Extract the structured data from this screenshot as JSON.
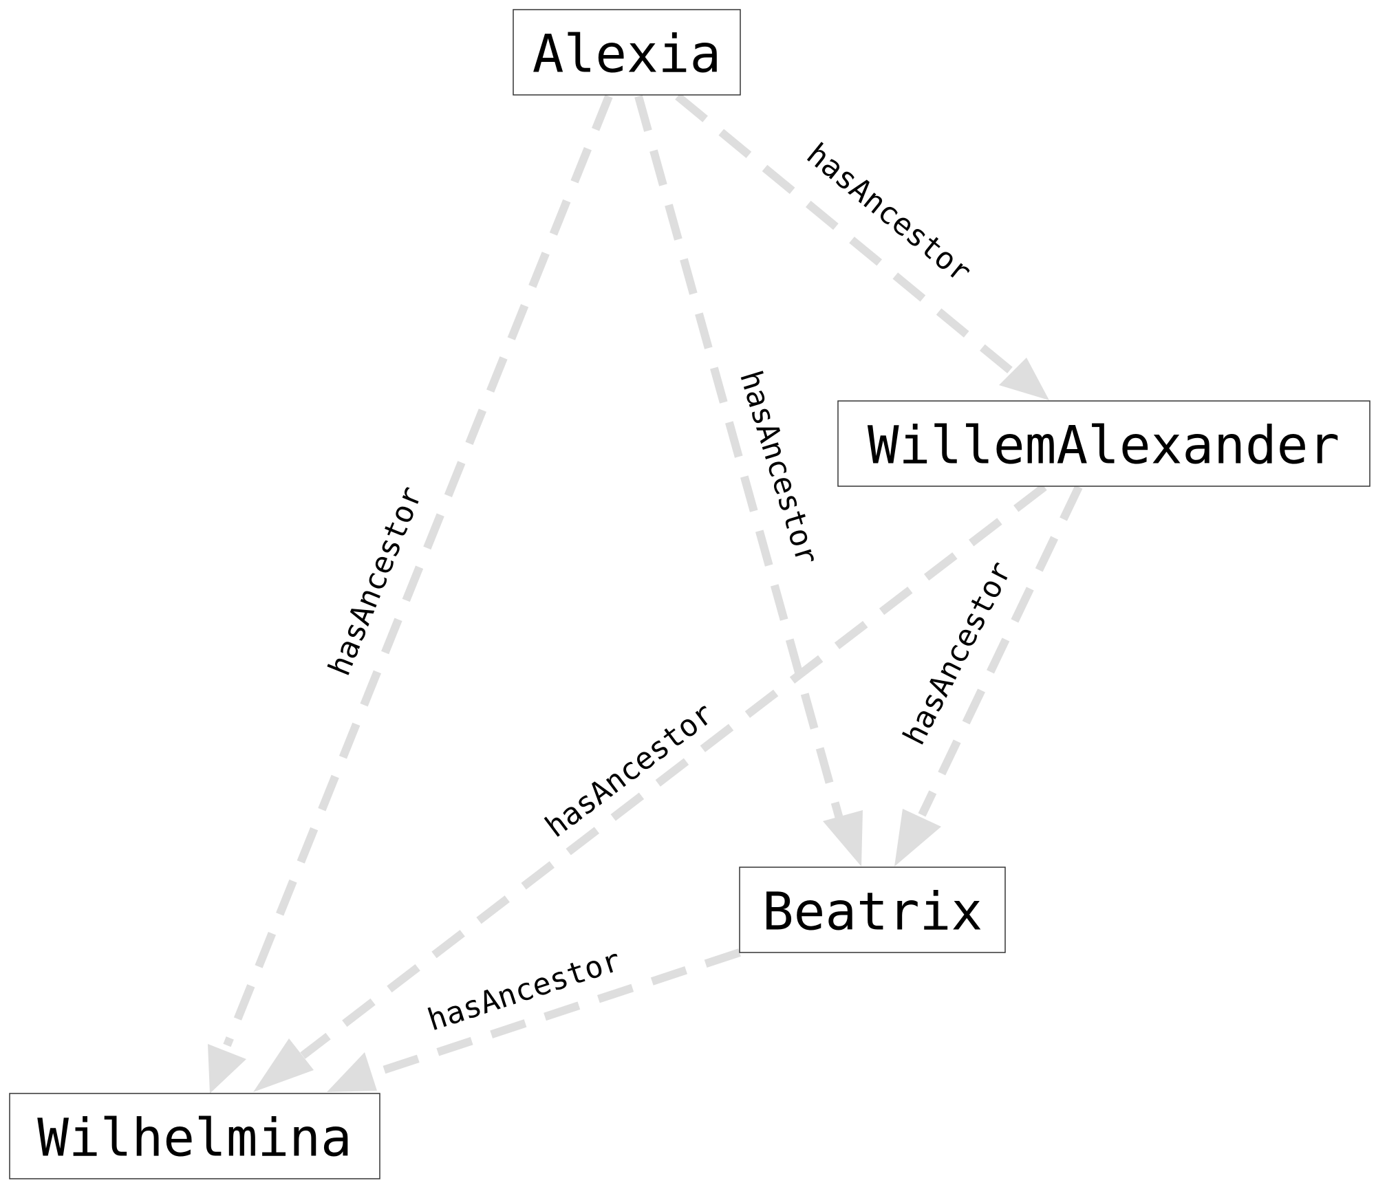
{
  "nodes": {
    "alexia": "Alexia",
    "willem_alexander": "WillemAlexander",
    "beatrix": "Beatrix",
    "wilhelmina": "Wilhelmina"
  },
  "edges": [
    {
      "from": "Alexia",
      "to": "WillemAlexander",
      "label": "hasAncestor"
    },
    {
      "from": "Alexia",
      "to": "Beatrix",
      "label": "hasAncestor"
    },
    {
      "from": "Alexia",
      "to": "Wilhelmina",
      "label": "hasAncestor"
    },
    {
      "from": "WillemAlexander",
      "to": "Beatrix",
      "label": "hasAncestor"
    },
    {
      "from": "WillemAlexander",
      "to": "Wilhelmina",
      "label": "hasAncestor"
    },
    {
      "from": "Beatrix",
      "to": "Wilhelmina",
      "label": "hasAncestor"
    }
  ],
  "colors": {
    "edge": "#dedede",
    "node_border": "#333333",
    "text": "#000000",
    "background": "#ffffff"
  }
}
